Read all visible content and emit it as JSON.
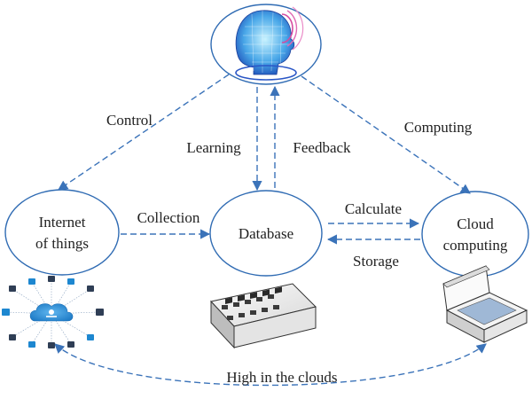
{
  "colors": {
    "node_border": "#2f6bb3",
    "edge": "#3b73b9",
    "text": "#222222"
  },
  "icons": {
    "top": "ai-head-icon",
    "left": "iot-network-icon",
    "center": "network-switch-icon",
    "right": "scanner-icon"
  },
  "nodes": {
    "iot": {
      "line1": "Internet",
      "line2": "of things"
    },
    "database": {
      "label": "Database"
    },
    "cloud": {
      "line1": "Cloud",
      "line2": "computing"
    }
  },
  "edges": {
    "control": "Control",
    "learning": "Learning",
    "feedback": "Feedback",
    "computing": "Computing",
    "collection": "Collection",
    "calculate": "Calculate",
    "storage": "Storage",
    "high_clouds": "High in the clouds"
  }
}
